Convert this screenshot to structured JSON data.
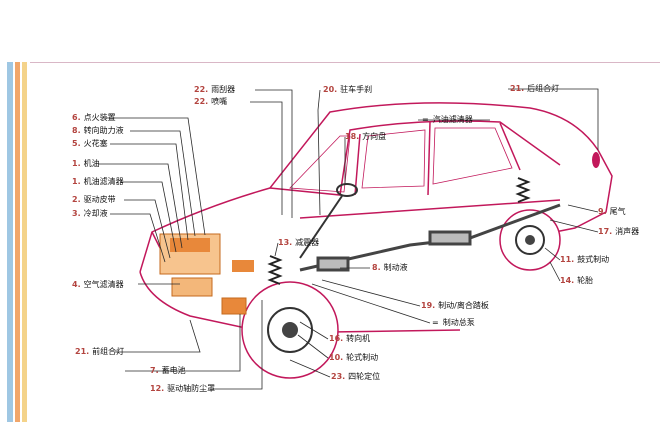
{
  "colors": {
    "car_outline": "#c2185b",
    "leader_line": "#2a2a2a",
    "number": "#b3443f",
    "component_orange": "#e8883a",
    "stripe_orange": "#f1a66a",
    "stripe_blue": "#9fc7e3",
    "stripe_yellow": "#f4d38a"
  },
  "labels": [
    {
      "id": "wiper",
      "num": "22.",
      "text": "雨刮器"
    },
    {
      "id": "washer-nozzle",
      "num": "22.",
      "text": "喷嘴"
    },
    {
      "id": "parking-brake",
      "num": "20.",
      "text": "驻车手刹"
    },
    {
      "id": "rear-combo-lamp",
      "num": "21.",
      "text": "后组合灯"
    },
    {
      "id": "ignition",
      "num": "6.",
      "text": "点火装置"
    },
    {
      "id": "power-steering-fluid",
      "num": "8.",
      "text": "转向助力液"
    },
    {
      "id": "fuel-filter",
      "sym": "=",
      "text": "汽油滤清器"
    },
    {
      "id": "spark-plug",
      "num": "5.",
      "text": "火花塞"
    },
    {
      "id": "steering-wheel",
      "num": "18.",
      "text": "方向盘"
    },
    {
      "id": "engine-oil",
      "num": "1.",
      "text": "机油"
    },
    {
      "id": "oil-filter",
      "num": "1.",
      "text": "机油滤清器"
    },
    {
      "id": "drive-belt",
      "num": "2.",
      "text": "驱动皮带"
    },
    {
      "id": "coolant",
      "num": "3.",
      "text": "冷却液"
    },
    {
      "id": "tailpipe",
      "num": "9.",
      "text": "尾气"
    },
    {
      "id": "muffler",
      "num": "17.",
      "text": "消声器"
    },
    {
      "id": "shock-absorber",
      "num": "13.",
      "text": "减震器"
    },
    {
      "id": "drum-brake",
      "num": "11.",
      "text": "鼓式制动"
    },
    {
      "id": "brake-fluid",
      "num": "8.",
      "text": "制动液"
    },
    {
      "id": "tire",
      "num": "14.",
      "text": "轮胎"
    },
    {
      "id": "air-filter",
      "num": "4.",
      "text": "空气滤清器"
    },
    {
      "id": "brake-clutch-pedal",
      "num": "19.",
      "text": "制动/离合踏板"
    },
    {
      "id": "brake-master-pump",
      "sym": "=",
      "text": "制动总泵"
    },
    {
      "id": "steering-gear",
      "num": "16.",
      "text": "转向机"
    },
    {
      "id": "front-combo-lamp",
      "num": "21.",
      "text": "前组合灯"
    },
    {
      "id": "disc-brake",
      "num": "10.",
      "text": "轮式制动"
    },
    {
      "id": "battery",
      "num": "7.",
      "text": "蓄电池"
    },
    {
      "id": "wheel-alignment",
      "num": "23.",
      "text": "四轮定位"
    },
    {
      "id": "driveshaft-boot",
      "num": "12.",
      "text": "驱动轴防尘罩"
    }
  ]
}
